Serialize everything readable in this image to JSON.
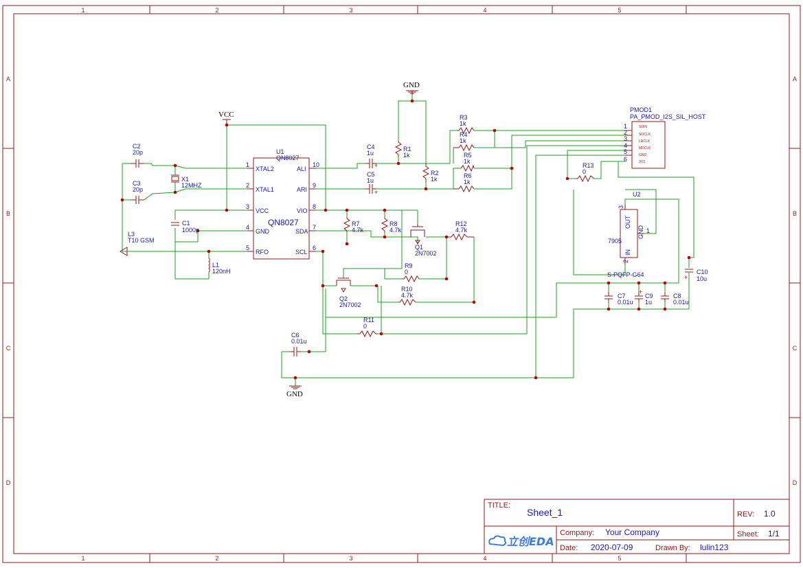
{
  "sheet": {
    "col_labels": [
      "1",
      "2",
      "3",
      "4",
      "5"
    ],
    "row_labels": [
      "A",
      "B",
      "C",
      "D"
    ]
  },
  "title_block": {
    "title_label": "TITLE:",
    "title_value": "Sheet_1",
    "rev_label": "REV:",
    "rev_value": "1.0",
    "company_label": "Company:",
    "company_value": "Your Company",
    "sheet_label": "Sheet:",
    "sheet_value": "1/1",
    "date_label": "Date:",
    "date_value": "2020-07-09",
    "drawn_label": "Drawn By:",
    "drawn_value": "lulin123",
    "logo_text": "立创EDA",
    "colors": {
      "frame": "#8b1a1a",
      "wire": "#1c9e1c",
      "junction": "#c00000",
      "text": "#1a1aa0"
    }
  },
  "components": {
    "u1": {
      "ref": "U1",
      "value": "QN8027",
      "body": "QN8027",
      "pins_left": [
        {
          "num": "1",
          "name": "XTAL2"
        },
        {
          "num": "2",
          "name": "XTAL1"
        },
        {
          "num": "3",
          "name": "VCC"
        },
        {
          "num": "4",
          "name": "GND"
        },
        {
          "num": "5",
          "name": "RFO"
        }
      ],
      "pins_right": [
        {
          "num": "10",
          "name": "ALI"
        },
        {
          "num": "9",
          "name": "ARI"
        },
        {
          "num": "8",
          "name": "VIO"
        },
        {
          "num": "7",
          "name": "SDA"
        },
        {
          "num": "6",
          "name": "SCL"
        }
      ]
    },
    "pmod1": {
      "ref": "PMOD1",
      "value": "PA_PMOD_I2S_SIL_HOST",
      "pins": [
        {
          "num": "1",
          "name": "SDIN"
        },
        {
          "num": "2",
          "name": "SOCLK"
        },
        {
          "num": "3",
          "name": "LRCLK"
        },
        {
          "num": "4",
          "name": "MDCLK"
        },
        {
          "num": "5",
          "name": "GND"
        },
        {
          "num": "6",
          "name": "3V3"
        }
      ]
    },
    "u2": {
      "ref": "U2",
      "value": "7905",
      "pin_out": "OUT",
      "pin_gnd": "GND",
      "pin_in": "IN",
      "num_out": "3",
      "num_gnd": "1",
      "num_in": "2",
      "pkg": "S-PQFP-G64"
    },
    "c2": {
      "ref": "C2",
      "value": "20p"
    },
    "c3": {
      "ref": "C3",
      "value": "20p"
    },
    "x1": {
      "ref": "X1",
      "value": "12MHZ"
    },
    "c1": {
      "ref": "C1",
      "value": "1000p"
    },
    "l3": {
      "ref": "L3",
      "value": "T10 GSM"
    },
    "l1": {
      "ref": "L1",
      "value": "120nH"
    },
    "c4": {
      "ref": "C4",
      "value": "1u"
    },
    "c5": {
      "ref": "C5",
      "value": "1u"
    },
    "r1": {
      "ref": "R1",
      "value": "1k"
    },
    "r2": {
      "ref": "R2",
      "value": "1k"
    },
    "r3": {
      "ref": "R3",
      "value": "1k"
    },
    "r4": {
      "ref": "R4",
      "value": "1k"
    },
    "r5": {
      "ref": "R5",
      "value": "1k"
    },
    "r6": {
      "ref": "R6",
      "value": "1k"
    },
    "r7": {
      "ref": "R7",
      "value": "4.7k"
    },
    "r8": {
      "ref": "R8",
      "value": "4.7k"
    },
    "q1": {
      "ref": "Q1",
      "value": "2N7002"
    },
    "q2": {
      "ref": "Q2",
      "value": "2N7002"
    },
    "r12": {
      "ref": "R12",
      "value": "4.7k"
    },
    "r9": {
      "ref": "R9",
      "value": "0"
    },
    "r10": {
      "ref": "R10",
      "value": "4.7k"
    },
    "r11": {
      "ref": "R11",
      "value": "0"
    },
    "r13": {
      "ref": "R13",
      "value": "0"
    },
    "c6": {
      "ref": "C6",
      "value": "0.01u"
    },
    "c7": {
      "ref": "C7",
      "value": "0.01u"
    },
    "c9": {
      "ref": "C9",
      "value": "1u"
    },
    "c8": {
      "ref": "C8",
      "value": "0.01u"
    },
    "c10": {
      "ref": "C10",
      "value": "10u"
    }
  },
  "nets": {
    "vcc": "VCC",
    "gnd": "GND"
  }
}
